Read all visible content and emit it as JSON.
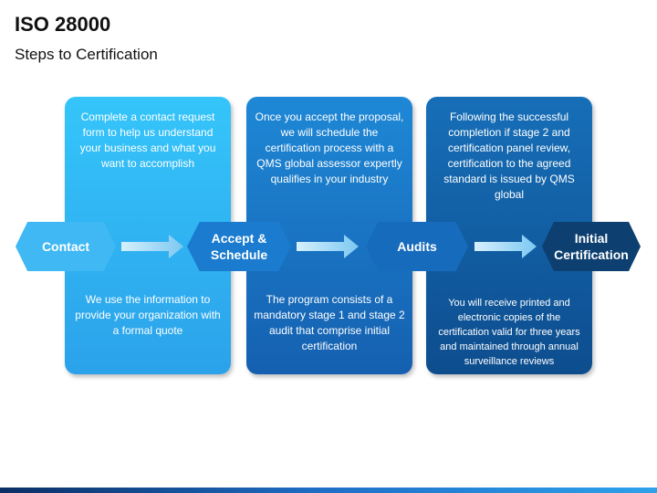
{
  "title": "ISO 28000",
  "subtitle": "Steps to Certification",
  "colors": {
    "panel_1": "#35c5fa",
    "panel_2": "#1e88d6",
    "panel_3": "#176fb8",
    "step_4": "#0d3f70"
  },
  "steps": [
    {
      "label": "Contact"
    },
    {
      "label": "Accept &\nSchedule"
    },
    {
      "label": "Audits"
    },
    {
      "label": "Initial\nCertification"
    }
  ],
  "panels": [
    {
      "top_text": "Complete a contact request form to help us understand your business and what you want to accomplish",
      "bottom_text": "We use the information to provide your organization with a formal quote"
    },
    {
      "top_text": "Once you accept the proposal, we will schedule the certification process with a QMS global assessor expertly qualifies in your industry",
      "bottom_text": "The program consists of a mandatory stage 1 and stage 2 audit that comprise initial certification"
    },
    {
      "top_text": "Following the successful completion if stage 2 and certification panel review, certification to the agreed standard is issued by QMS global",
      "bottom_text": "You will receive printed and electronic copies of  the certification valid for three years and maintained  through annual surveillance reviews"
    }
  ]
}
